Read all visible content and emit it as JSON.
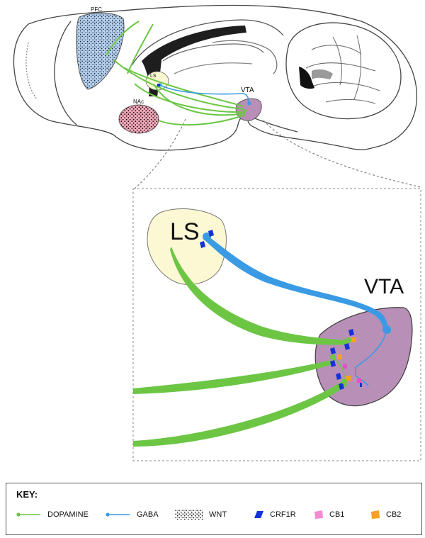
{
  "colors": {
    "dopamine": "#6cc644",
    "gaba": "#3a9be4",
    "crf1r": "#1432d8",
    "cb1": "#f58ad0",
    "cb2": "#f5a21e",
    "ls_fill": "#fbf8d3",
    "vta_fill": "#b88fb6",
    "nac_fill": "#f2a8b8",
    "pfc_fill": "#b9d3ef"
  },
  "brain": {
    "pfc_label": "PFC",
    "ls_label": "LS",
    "vta_label": "VTA",
    "nac_label": "NAc"
  },
  "inset": {
    "ls_label": "LS",
    "vta_label": "VTA"
  },
  "key": {
    "title": "KEY:",
    "items": [
      {
        "symbol": "dopamine-line",
        "label": "DOPAMINE"
      },
      {
        "symbol": "gaba-line",
        "label": "GABA"
      },
      {
        "symbol": "wnt-pattern",
        "label": "WNT"
      },
      {
        "symbol": "crf1r-marker",
        "label": "CRF1R"
      },
      {
        "symbol": "cb1-marker",
        "label": "CB1"
      },
      {
        "symbol": "cb2-marker",
        "label": "CB2"
      }
    ]
  }
}
